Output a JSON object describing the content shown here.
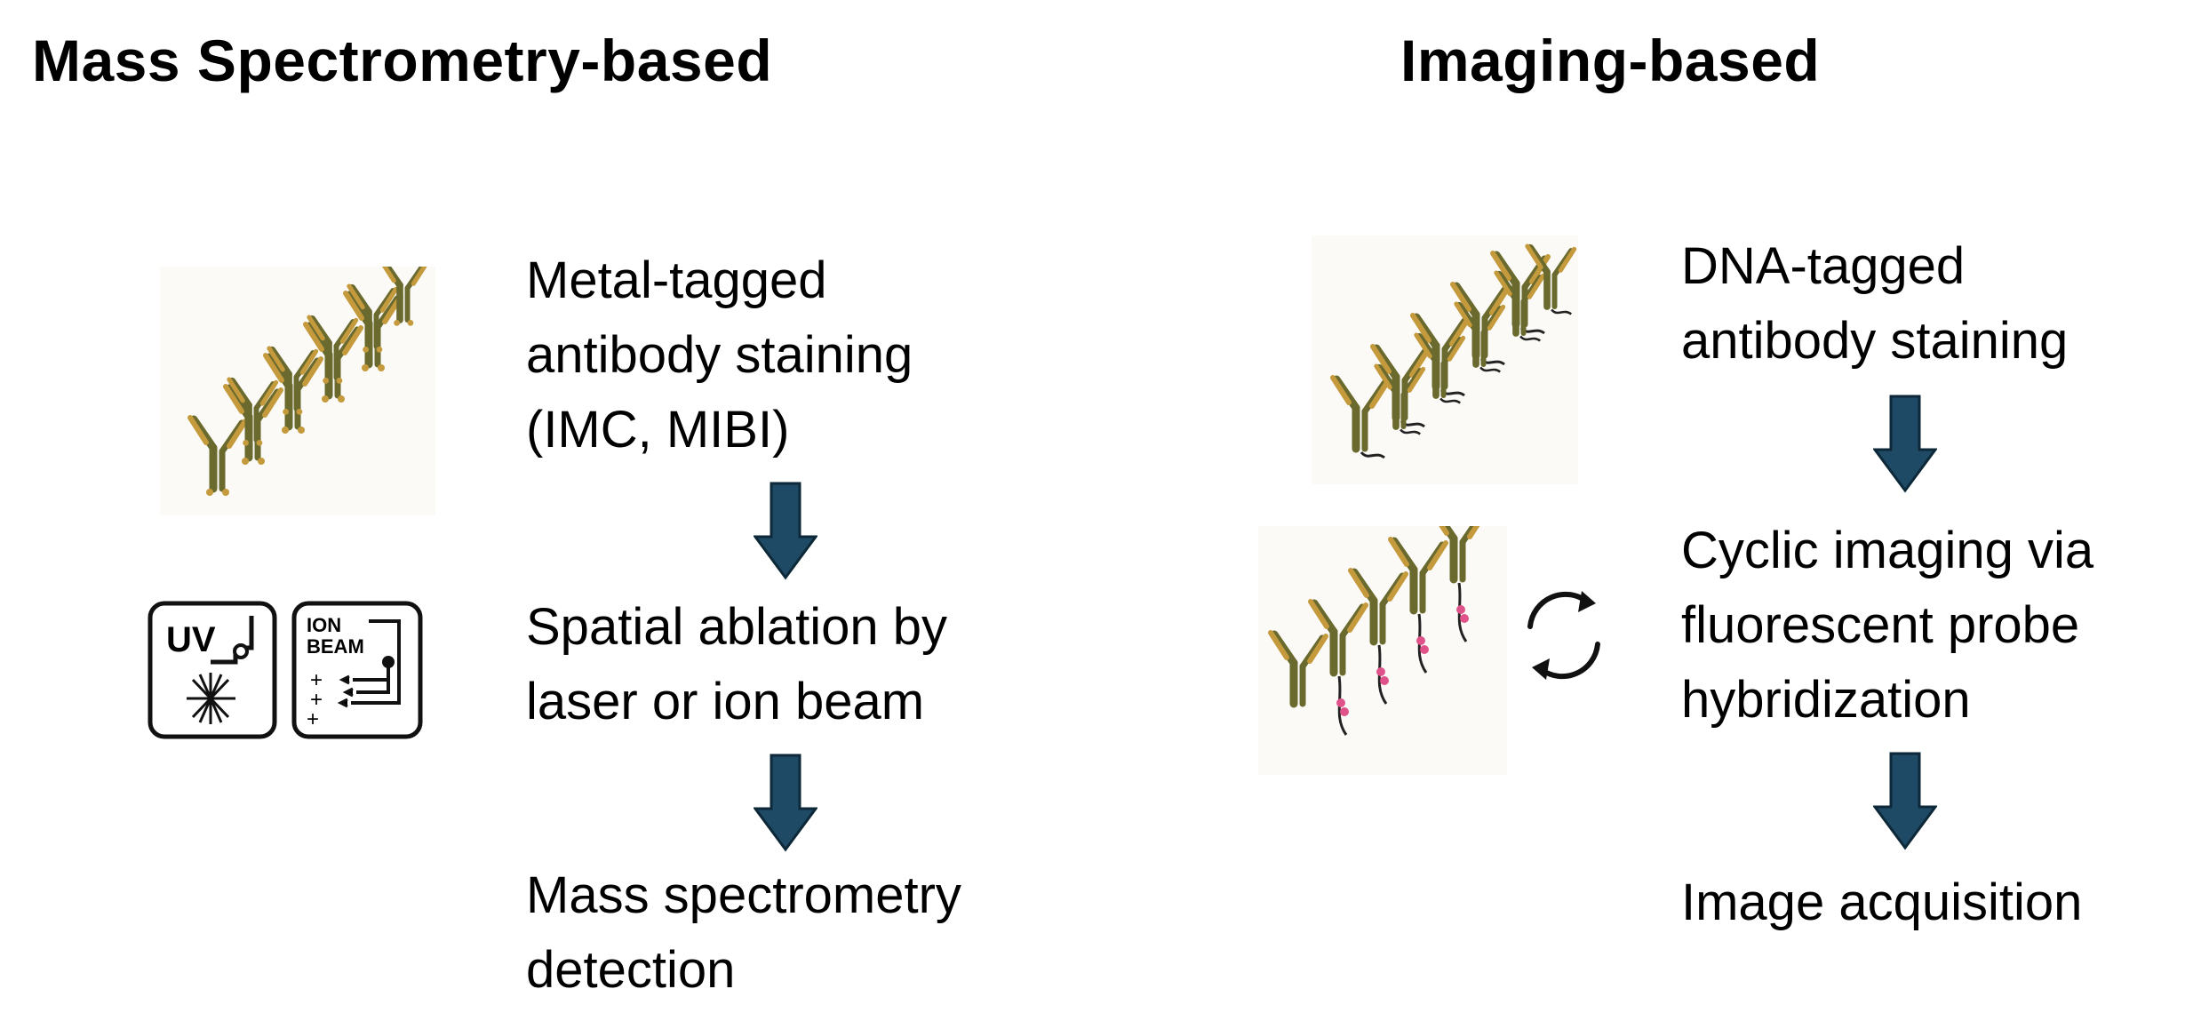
{
  "left": {
    "title": "Mass Spectrometry-based",
    "steps": [
      "Metal-tagged\nantibody staining\n(IMC, MIBI)",
      "Spatial ablation by\nlaser or ion beam",
      "Mass spectrometry\ndetection"
    ],
    "icon_labels": {
      "uv": "UV",
      "ion_line1": "ION",
      "ion_line2": "BEAM"
    }
  },
  "right": {
    "title": "Imaging-based",
    "steps": [
      "DNA-tagged\nantibody staining",
      "Cyclic imaging via\nfluorescent probe\nhybridization",
      "Image acquisition"
    ]
  },
  "colors": {
    "arrow": "#1e4a66",
    "antibody_dark": "#6b6a2e",
    "antibody_light": "#c49a3c",
    "probe": "#e0528a"
  }
}
